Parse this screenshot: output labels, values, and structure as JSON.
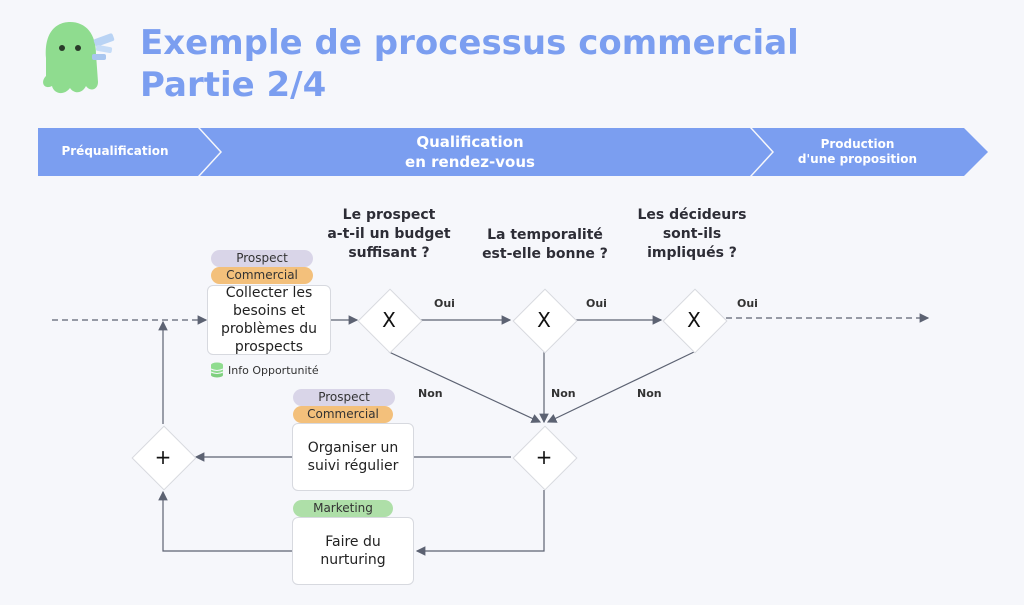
{
  "title": {
    "line1": "Exemple de processus commercial",
    "line2": "Partie 2/4"
  },
  "phases": {
    "pre": "Préqualification",
    "qual_line1": "Qualification",
    "qual_line2": "en rendez-vous",
    "prod_line1": "Production",
    "prod_line2": "d'une proposition"
  },
  "questions": {
    "budget": [
      "Le prospect",
      "a-t-il un budget",
      "suffisant ?"
    ],
    "timing": [
      "La temporalité",
      "est-elle bonne ?"
    ],
    "deciders": [
      "Les décideurs",
      "sont-ils",
      "impliqués ?"
    ]
  },
  "tasks": {
    "collect": [
      "Collecter les",
      "besoins et",
      "problèmes du",
      "prospects"
    ],
    "followup": [
      "Organiser un",
      "suivi régulier"
    ],
    "nurturing": [
      "Faire du",
      "nurturing"
    ]
  },
  "roles": {
    "prospect": "Prospect",
    "commercial": "Commercial",
    "marketing": "Marketing"
  },
  "info_object": "Info Opportunité",
  "edges": {
    "yes": "Oui",
    "no": "Non"
  },
  "gates": {
    "exclusive": "X",
    "parallel": "+"
  },
  "colors": {
    "title": "#7b9ef0",
    "band": "#7b9ef0",
    "prospect_role": "#d9d5e8",
    "commercial_role": "#f3c07b",
    "marketing_role": "#aedfa8",
    "mascot": "#8fdc8f",
    "connector": "#5c6272"
  }
}
